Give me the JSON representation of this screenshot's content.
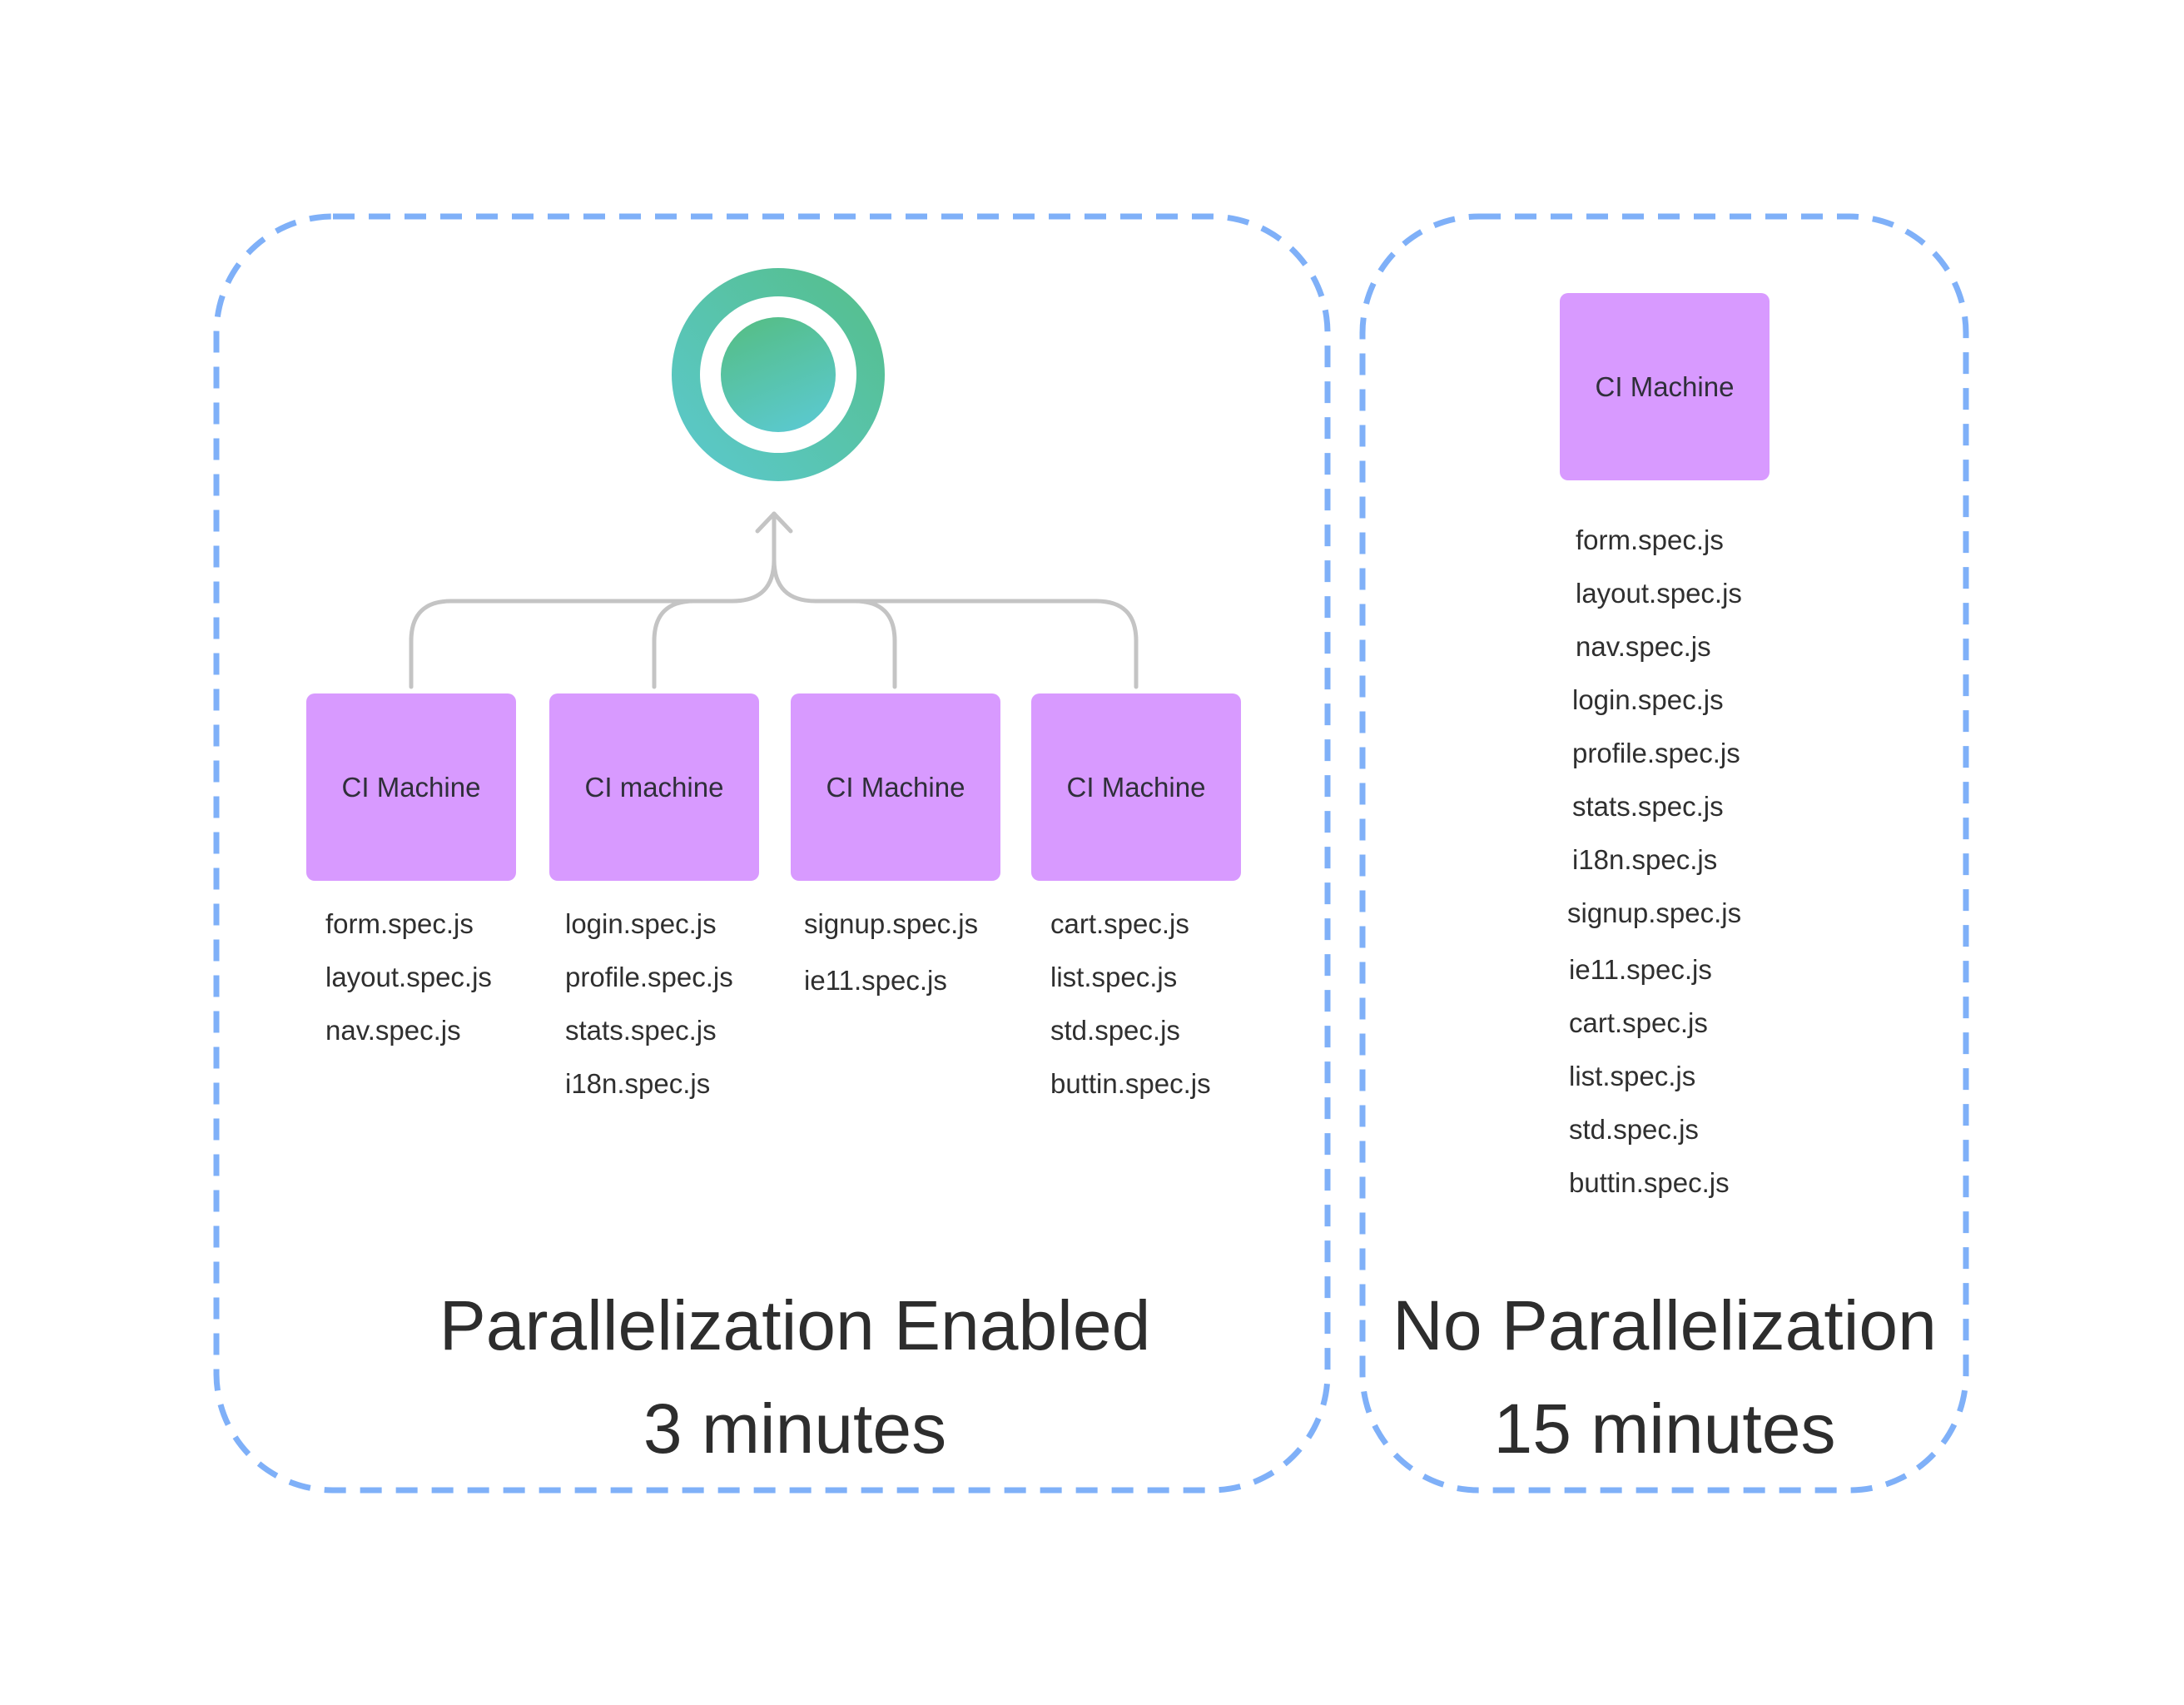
{
  "colors": {
    "dashed_border": "#7fb0f8",
    "ci_box": "#d89aff",
    "connector": "#c4c4c4",
    "logo_gradient_start": "#5bc9cf",
    "logo_gradient_end": "#55be88"
  },
  "icons": {
    "logo": "ci-status-ring-icon",
    "arrow": "arrow-up-icon"
  },
  "parallel": {
    "title": "Parallelization Enabled",
    "duration": "3 minutes",
    "machines": [
      {
        "label": "CI Machine",
        "files": [
          "form.spec.js",
          "layout.spec.js",
          "nav.spec.js"
        ]
      },
      {
        "label": "CI machine",
        "files": [
          "login.spec.js",
          "profile.spec.js",
          "stats.spec.js",
          "i18n.spec.js"
        ]
      },
      {
        "label": "CI Machine",
        "files": [
          "signup.spec.js",
          "ie11.spec.js"
        ]
      },
      {
        "label": "CI Machine",
        "files": [
          "cart.spec.js",
          "list.spec.js",
          "std.spec.js",
          "buttin.spec.js"
        ]
      }
    ]
  },
  "serial": {
    "title": "No Parallelization",
    "duration": "15 minutes",
    "machine": {
      "label": "CI Machine",
      "files": [
        "form.spec.js",
        "layout.spec.js",
        "nav.spec.js",
        "login.spec.js",
        "profile.spec.js",
        "stats.spec.js",
        "i18n.spec.js",
        "signup.spec.js",
        "ie11.spec.js",
        "cart.spec.js",
        "list.spec.js",
        "std.spec.js",
        "buttin.spec.js"
      ]
    }
  }
}
